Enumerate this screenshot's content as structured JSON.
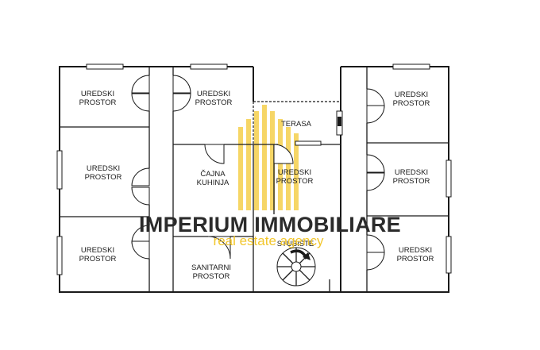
{
  "rooms": [
    {
      "id": "office-1",
      "line1": "UREDSKI",
      "line2": "PROSTOR"
    },
    {
      "id": "office-2",
      "line1": "UREDSKI",
      "line2": "PROSTOR"
    },
    {
      "id": "office-3",
      "line1": "UREDSKI",
      "line2": "PROSTOR"
    },
    {
      "id": "office-4",
      "line1": "UREDSKI",
      "line2": "PROSTOR"
    },
    {
      "id": "office-5",
      "line1": "UREDSKI",
      "line2": "PROSTOR"
    },
    {
      "id": "office-6",
      "line1": "UREDSKI",
      "line2": "PROSTOR"
    },
    {
      "id": "office-7",
      "line1": "UREDSKI",
      "line2": "PROSTOR"
    },
    {
      "id": "office-8",
      "line1": "UREDSKI",
      "line2": "PROSTOR"
    },
    {
      "id": "kitchen",
      "line1": "ČAJNA",
      "line2": "KUHINJA"
    },
    {
      "id": "sanitary",
      "line1": "SANITARNI",
      "line2": "PROSTOR"
    },
    {
      "id": "terrace",
      "line1": "TERASA"
    },
    {
      "id": "stairs",
      "line1": "STUBIŠTE"
    }
  ],
  "watermark": {
    "brand": "IMPERIUM IMMOBILIARE",
    "tagline": "real estate agency",
    "accent_color": "#f2c62b"
  }
}
